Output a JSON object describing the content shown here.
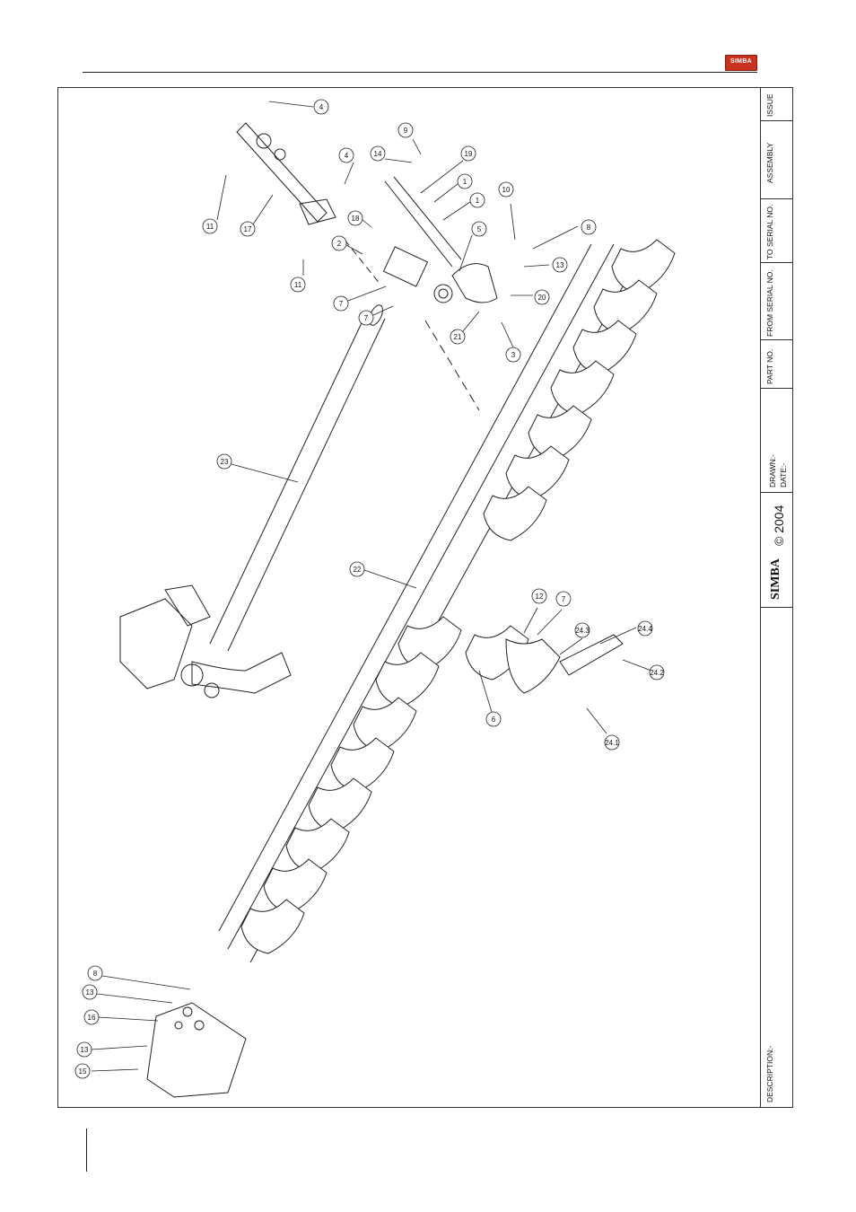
{
  "header": {
    "logo_text": "SIMBA",
    "logo_color": "#c8321f"
  },
  "title_block": {
    "issue": "ISSUE",
    "assembly": "ASSEMBLY",
    "to_serial": "TO SERIAL NO.",
    "from_serial": "FROM SERIAL NO.",
    "part_no": "PART NO.",
    "drawn": "DRAWN:-",
    "date": "DATE:-",
    "copyright": "© 2004",
    "brand": "SIMBA",
    "description": "DESCRIPTION:-"
  },
  "callouts": [
    "4",
    "4",
    "9",
    "14",
    "19",
    "1",
    "1",
    "10",
    "5",
    "8",
    "13",
    "18",
    "2",
    "11",
    "17",
    "11",
    "7",
    "7",
    "20",
    "21",
    "3",
    "23",
    "22",
    "12",
    "7",
    "24.3",
    "24.4",
    "24.2",
    "6",
    "24.1",
    "8",
    "13",
    "16",
    "13",
    "15"
  ]
}
